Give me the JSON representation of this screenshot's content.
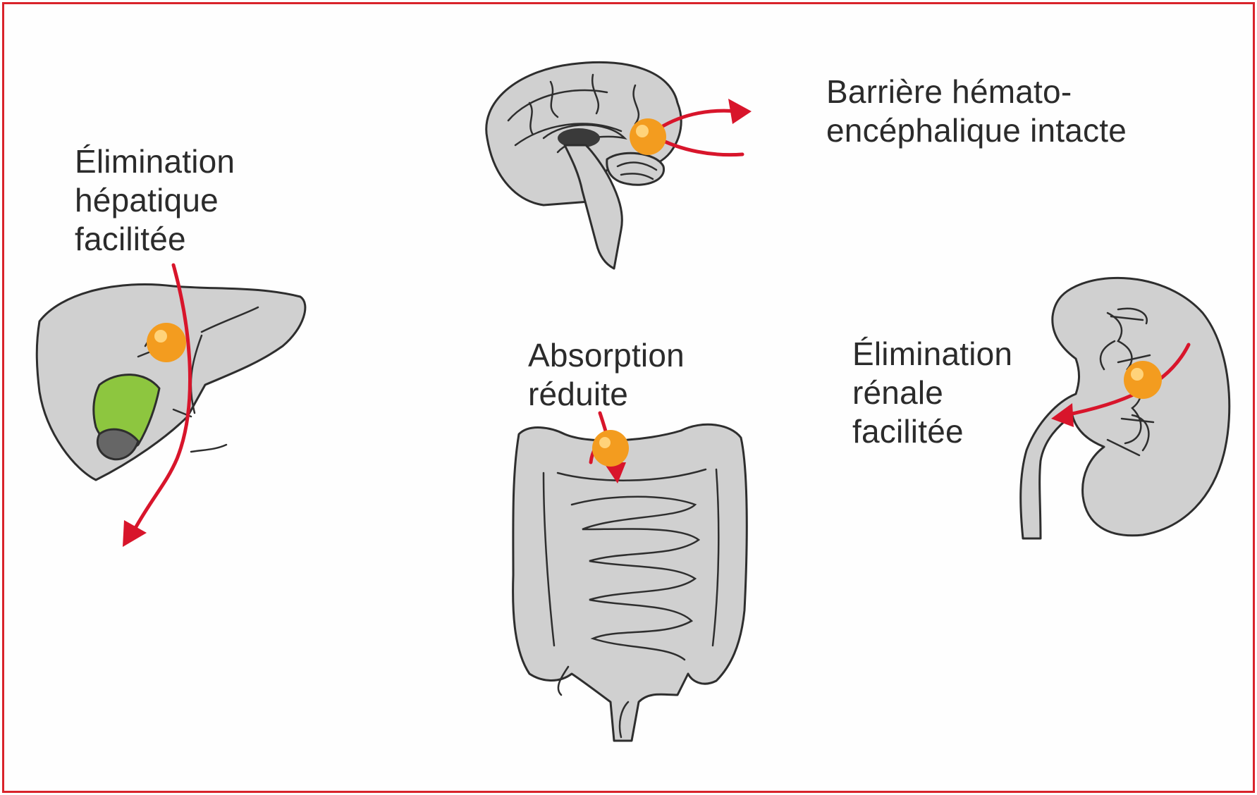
{
  "colors": {
    "border": "#d9232b",
    "arrow": "#d8152b",
    "organ_fill": "#d0d0d0",
    "gallbladder": "#8dc63f",
    "drug_particle": "#f39c1f",
    "text": "#2b2b2b"
  },
  "icons": {
    "brain": "brain-icon",
    "liver": "liver-icon",
    "intestine": "intestine-icon",
    "kidney": "kidney-icon",
    "particle": "drug-particle-icon"
  },
  "labels": {
    "bbb": {
      "line1": "Barrière hémato-",
      "line2": "encéphalique intacte"
    },
    "liver": {
      "line1": "Élimination",
      "line2": "hépatique",
      "line3": "facilitée"
    },
    "absorption": {
      "line1": "Absorption",
      "line2": "réduite"
    },
    "kidney": {
      "line1": "Élimination",
      "line2": "rénale",
      "line3": "facilitée"
    }
  }
}
